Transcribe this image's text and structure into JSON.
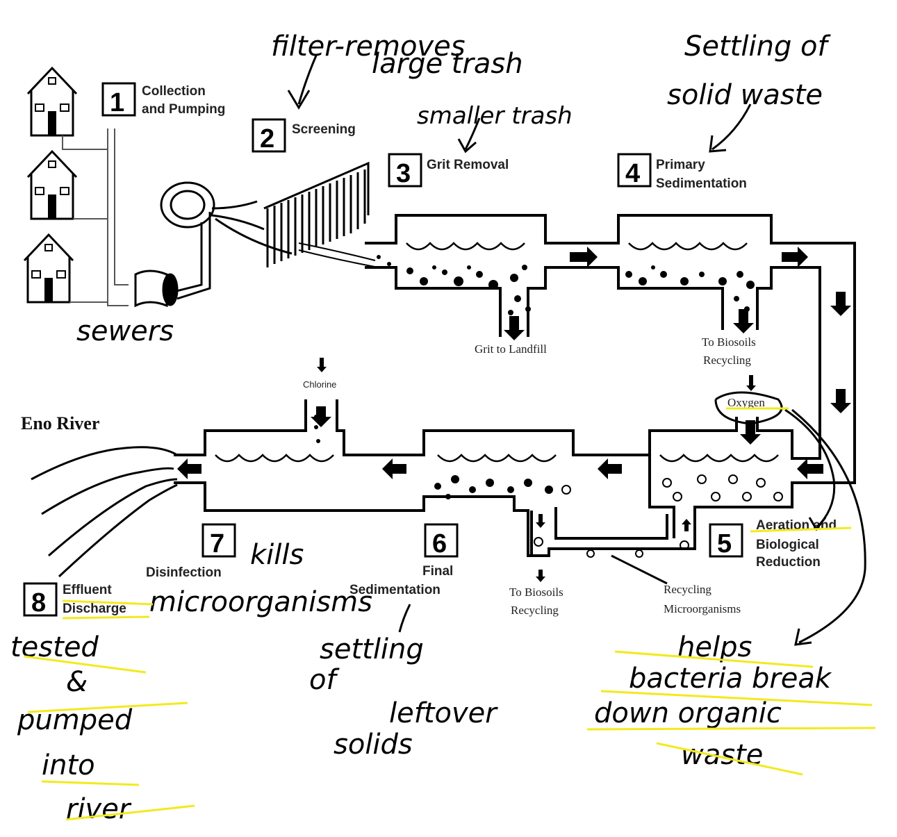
{
  "steps": [
    {
      "num": "1",
      "line1": "Collection",
      "line2": "and Pumping"
    },
    {
      "num": "2",
      "line1": "Screening"
    },
    {
      "num": "3",
      "line1": "Grit Removal"
    },
    {
      "num": "4",
      "line1": "Primary",
      "line2": "Sedimentation"
    },
    {
      "num": "5",
      "line1": "Aeration and",
      "line2": "Biological",
      "line3": "Reduction"
    },
    {
      "num": "6",
      "line1": "Final",
      "line2": "Sedimentation"
    },
    {
      "num": "7",
      "line1": "Disinfection"
    },
    {
      "num": "8",
      "line1": "Effluent",
      "line2": "Discharge"
    }
  ],
  "labels": {
    "grit": "Grit to Landfill",
    "biosoils_1a": "To Biosoils",
    "biosoils_1b": "Recycling",
    "biosoils_2a": "To Biosoils",
    "biosoils_2b": "Recycling",
    "recycling_a": "Recycling",
    "recycling_b": "Microorganisms",
    "oxygen": "Oxygen",
    "chlorine": "Chlorine",
    "river": "Eno River"
  },
  "notes": {
    "screen_a": "filter-removes",
    "screen_b": "large trash",
    "grit": "smaller trash",
    "settle_a": "Settling of",
    "settle_b": "solid waste",
    "sewers": "sewers",
    "kills_a": "kills",
    "kills_b": "microorganisms",
    "effluent_a": "tested",
    "effluent_b": "&",
    "effluent_c": "pumped",
    "effluent_d": "into",
    "effluent_e": "river",
    "final_a": "settling",
    "final_b": "of",
    "final_c": "leftover",
    "final_d": "solids",
    "aer_a": "helps",
    "aer_b": "bacteria break",
    "aer_c": "down organic",
    "aer_d": "waste"
  },
  "colors": {
    "highlight": "#f2ea1d",
    "ink": "#000000"
  }
}
